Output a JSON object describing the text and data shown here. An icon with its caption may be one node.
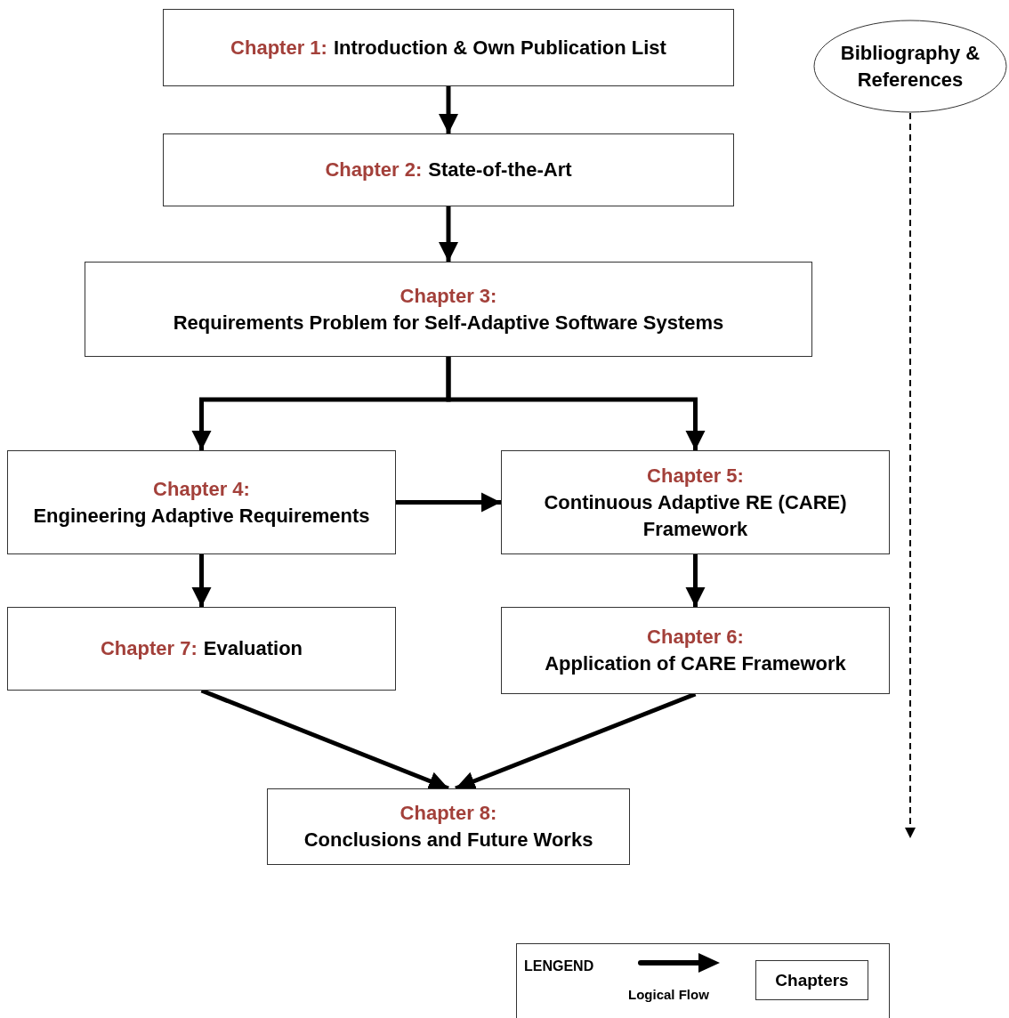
{
  "diagram": {
    "nodes": [
      {
        "text": [
          "Chapter 1:",
          "Introduction & Own Publication List"
        ]
      },
      {
        "text": [
          "Chapter 2:",
          "State-of-the-Art"
        ]
      },
      {
        "text": [
          "Chapter 3:",
          "Requirements Problem for Self-Adaptive Software Systems"
        ]
      },
      {
        "text": [
          "Chapter 4:",
          "Engineering Adaptive Requirements"
        ]
      },
      {
        "text": [
          "Chapter 5:",
          "Continuous Adaptive RE (CARE) Framework"
        ]
      },
      {
        "text": [
          "Chapter 7:",
          "Evaluation"
        ]
      },
      {
        "text": [
          "Chapter 6:",
          "Application of CARE Framework"
        ]
      },
      {
        "text": [
          "Chapter 8:",
          "Conclusions and Future Works"
        ]
      },
      {
        "text": [
          "Bibliography & References"
        ]
      }
    ],
    "edges": [
      {
        "from": 0,
        "to": 1,
        "arrow": "to"
      },
      {
        "from": 1,
        "to": 2,
        "arrow": "to"
      },
      {
        "from": 2,
        "to": 3,
        "arrow": "to"
      },
      {
        "from": 2,
        "to": 4,
        "arrow": "to"
      },
      {
        "from": 3,
        "to": 4,
        "arrow": "to"
      },
      {
        "from": 3,
        "to": 5,
        "arrow": "to"
      },
      {
        "from": 4,
        "to": 6,
        "arrow": "to"
      },
      {
        "from": 5,
        "to": 7,
        "arrow": "to"
      },
      {
        "from": 6,
        "to": 7,
        "arrow": "to"
      },
      {
        "from": 8,
        "to": null,
        "arrow": "to",
        "style": "dashed"
      }
    ],
    "labels": [
      "LENGEND"
    ],
    "legend": [
      {
        "text": "Logical Flow"
      },
      {
        "text": "Chapters"
      }
    ]
  }
}
